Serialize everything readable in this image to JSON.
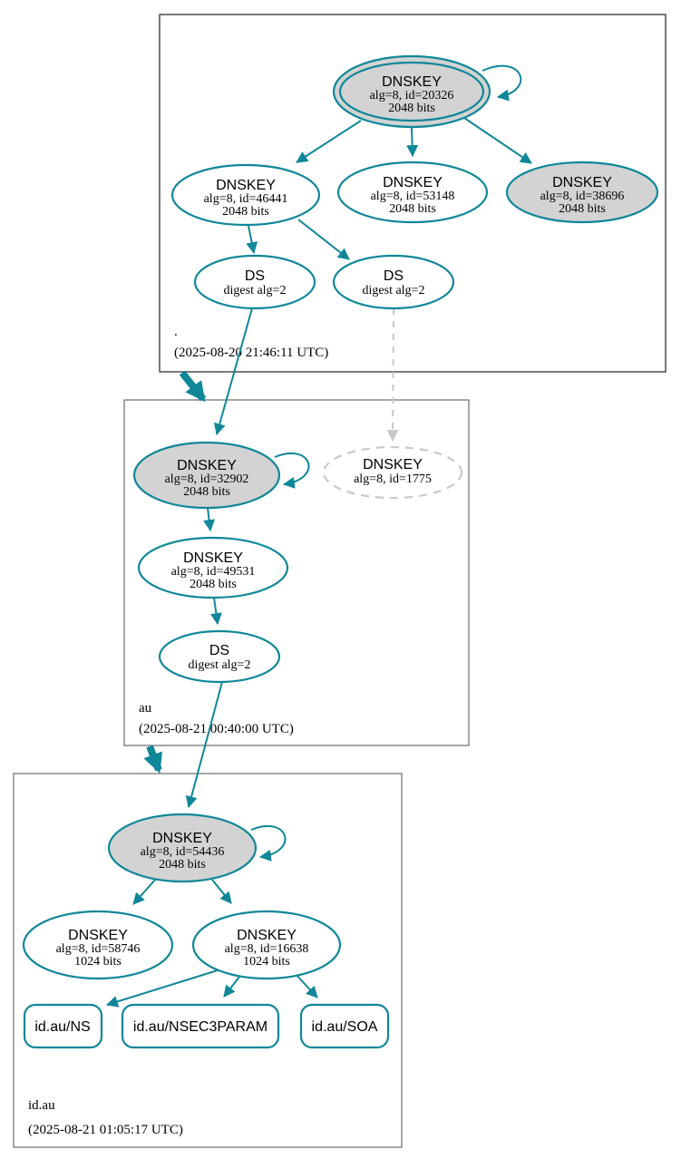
{
  "colors": {
    "edge_secure": "#0f8799",
    "node_fill_ksk": "#d3d3d3",
    "missing_gray": "#c9c9c9",
    "zone_border_root": "#404040",
    "zone_border": "#808080"
  },
  "zones": {
    "root": {
      "label": ".",
      "timestamp": "(2025-08-20 21:46:11 UTC)",
      "nodes": {
        "ksk": {
          "title": "DNSKEY",
          "detail1": "alg=8, id=20326",
          "detail2": "2048 bits"
        },
        "zsk1": {
          "title": "DNSKEY",
          "detail1": "alg=8, id=46441",
          "detail2": "2048 bits"
        },
        "zsk2": {
          "title": "DNSKEY",
          "detail1": "alg=8, id=53148",
          "detail2": "2048 bits"
        },
        "key3": {
          "title": "DNSKEY",
          "detail1": "alg=8, id=38696",
          "detail2": "2048 bits"
        },
        "ds1": {
          "title": "DS",
          "detail1": "digest alg=2"
        },
        "ds2": {
          "title": "DS",
          "detail1": "digest alg=2"
        }
      }
    },
    "au": {
      "label": "au",
      "timestamp": "(2025-08-21 00:40:00 UTC)",
      "nodes": {
        "ksk": {
          "title": "DNSKEY",
          "detail1": "alg=8, id=32902",
          "detail2": "2048 bits"
        },
        "missing": {
          "title": "DNSKEY",
          "detail1": "alg=8, id=1775"
        },
        "zsk": {
          "title": "DNSKEY",
          "detail1": "alg=8, id=49531",
          "detail2": "2048 bits"
        },
        "ds": {
          "title": "DS",
          "detail1": "digest alg=2"
        }
      }
    },
    "idau": {
      "label": "id.au",
      "timestamp": "(2025-08-21 01:05:17 UTC)",
      "nodes": {
        "ksk": {
          "title": "DNSKEY",
          "detail1": "alg=8, id=54436",
          "detail2": "2048 bits"
        },
        "zsk1": {
          "title": "DNSKEY",
          "detail1": "alg=8, id=58746",
          "detail2": "1024 bits"
        },
        "zsk2": {
          "title": "DNSKEY",
          "detail1": "alg=8, id=16638",
          "detail2": "1024 bits"
        },
        "rr_ns": {
          "label": "id.au/NS"
        },
        "rr_nsec3param": {
          "label": "id.au/NSEC3PARAM"
        },
        "rr_soa": {
          "label": "id.au/SOA"
        }
      }
    }
  }
}
